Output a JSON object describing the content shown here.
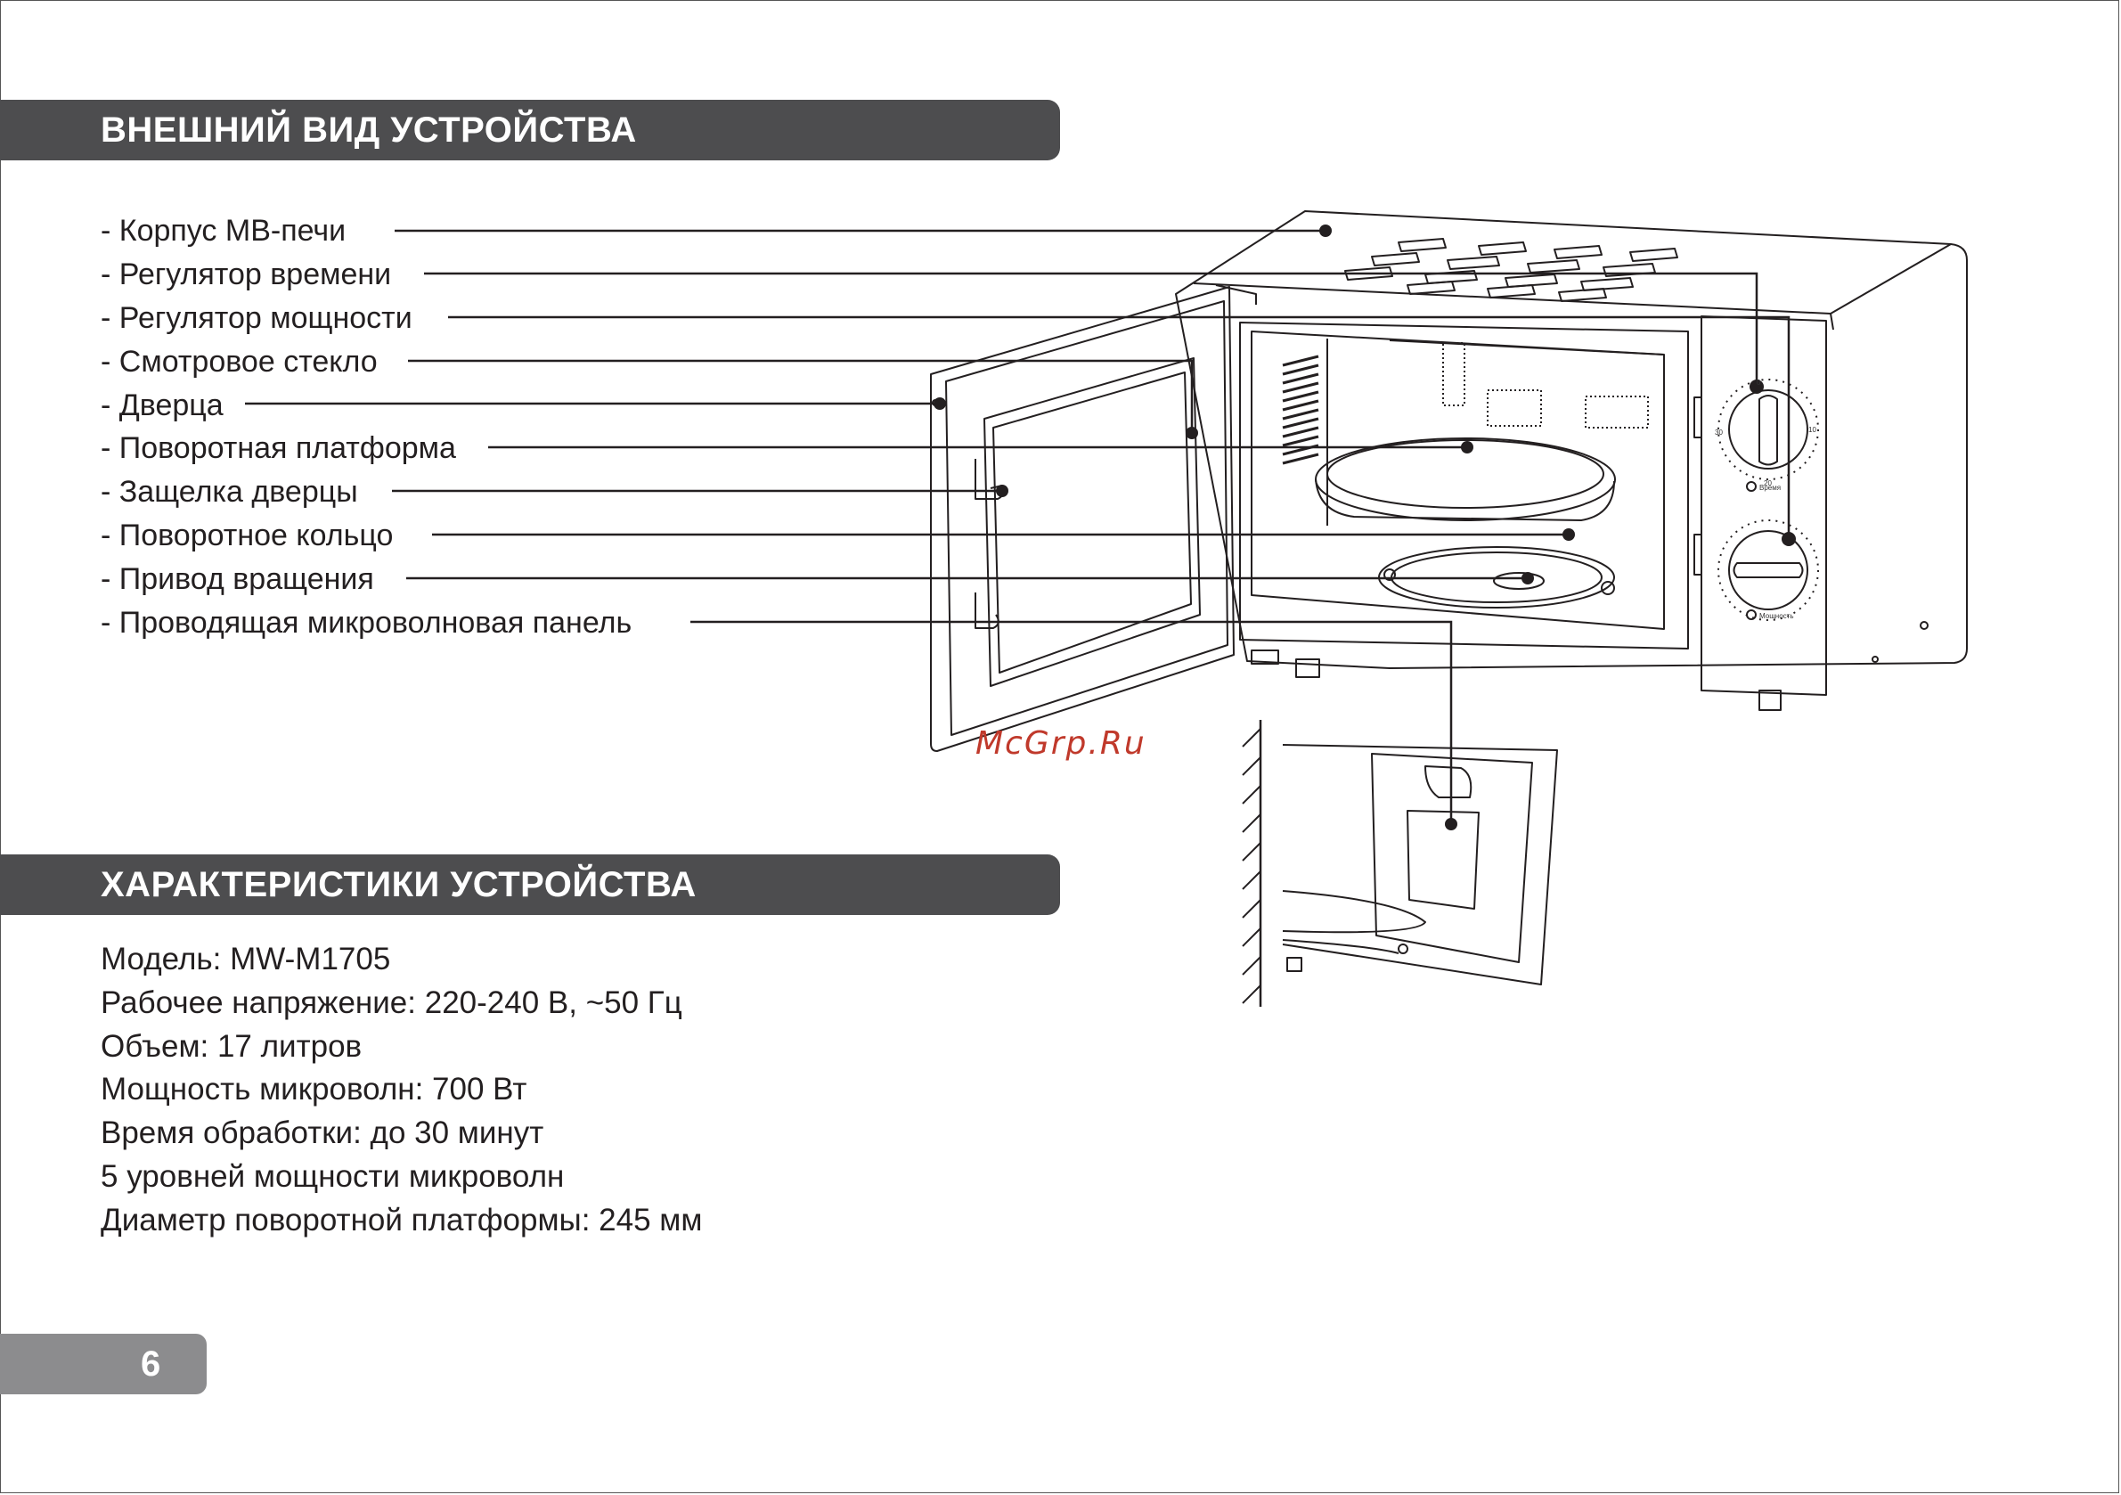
{
  "sections": {
    "appearance_title": "ВНЕШНИЙ ВИД  УСТРОЙСТВА",
    "specs_title": "ХАРАКТЕРИСТИКИ УСТРОЙСТВА"
  },
  "parts": [
    "- Корпус МВ-печи",
    "- Регулятор времени",
    "- Регулятор мощности",
    "- Смотровое стекло",
    "- Дверца",
    "- Поворотная платформа",
    "- Защелка дверцы",
    "- Поворотное кольцо",
    "- Привод вращения",
    "- Проводящая микроволновая панель"
  ],
  "specs": [
    "Модель: MW-M1705",
    "Рабочее напряжение: 220-240 В, ~50 Гц",
    "Объем: 17 литров",
    "Мощность микроволн: 700 Вт",
    "Время обработки: до 30 минут",
    "5 уровней мощности микроволн",
    "Диаметр поворотной платформы: 245 мм"
  ],
  "diagram": {
    "timer_label": "Время",
    "timer_marks": [
      "0",
      "10",
      "20",
      "30"
    ],
    "power_label": "Мощность"
  },
  "watermark": "McGrp.Ru",
  "page_number": "6"
}
